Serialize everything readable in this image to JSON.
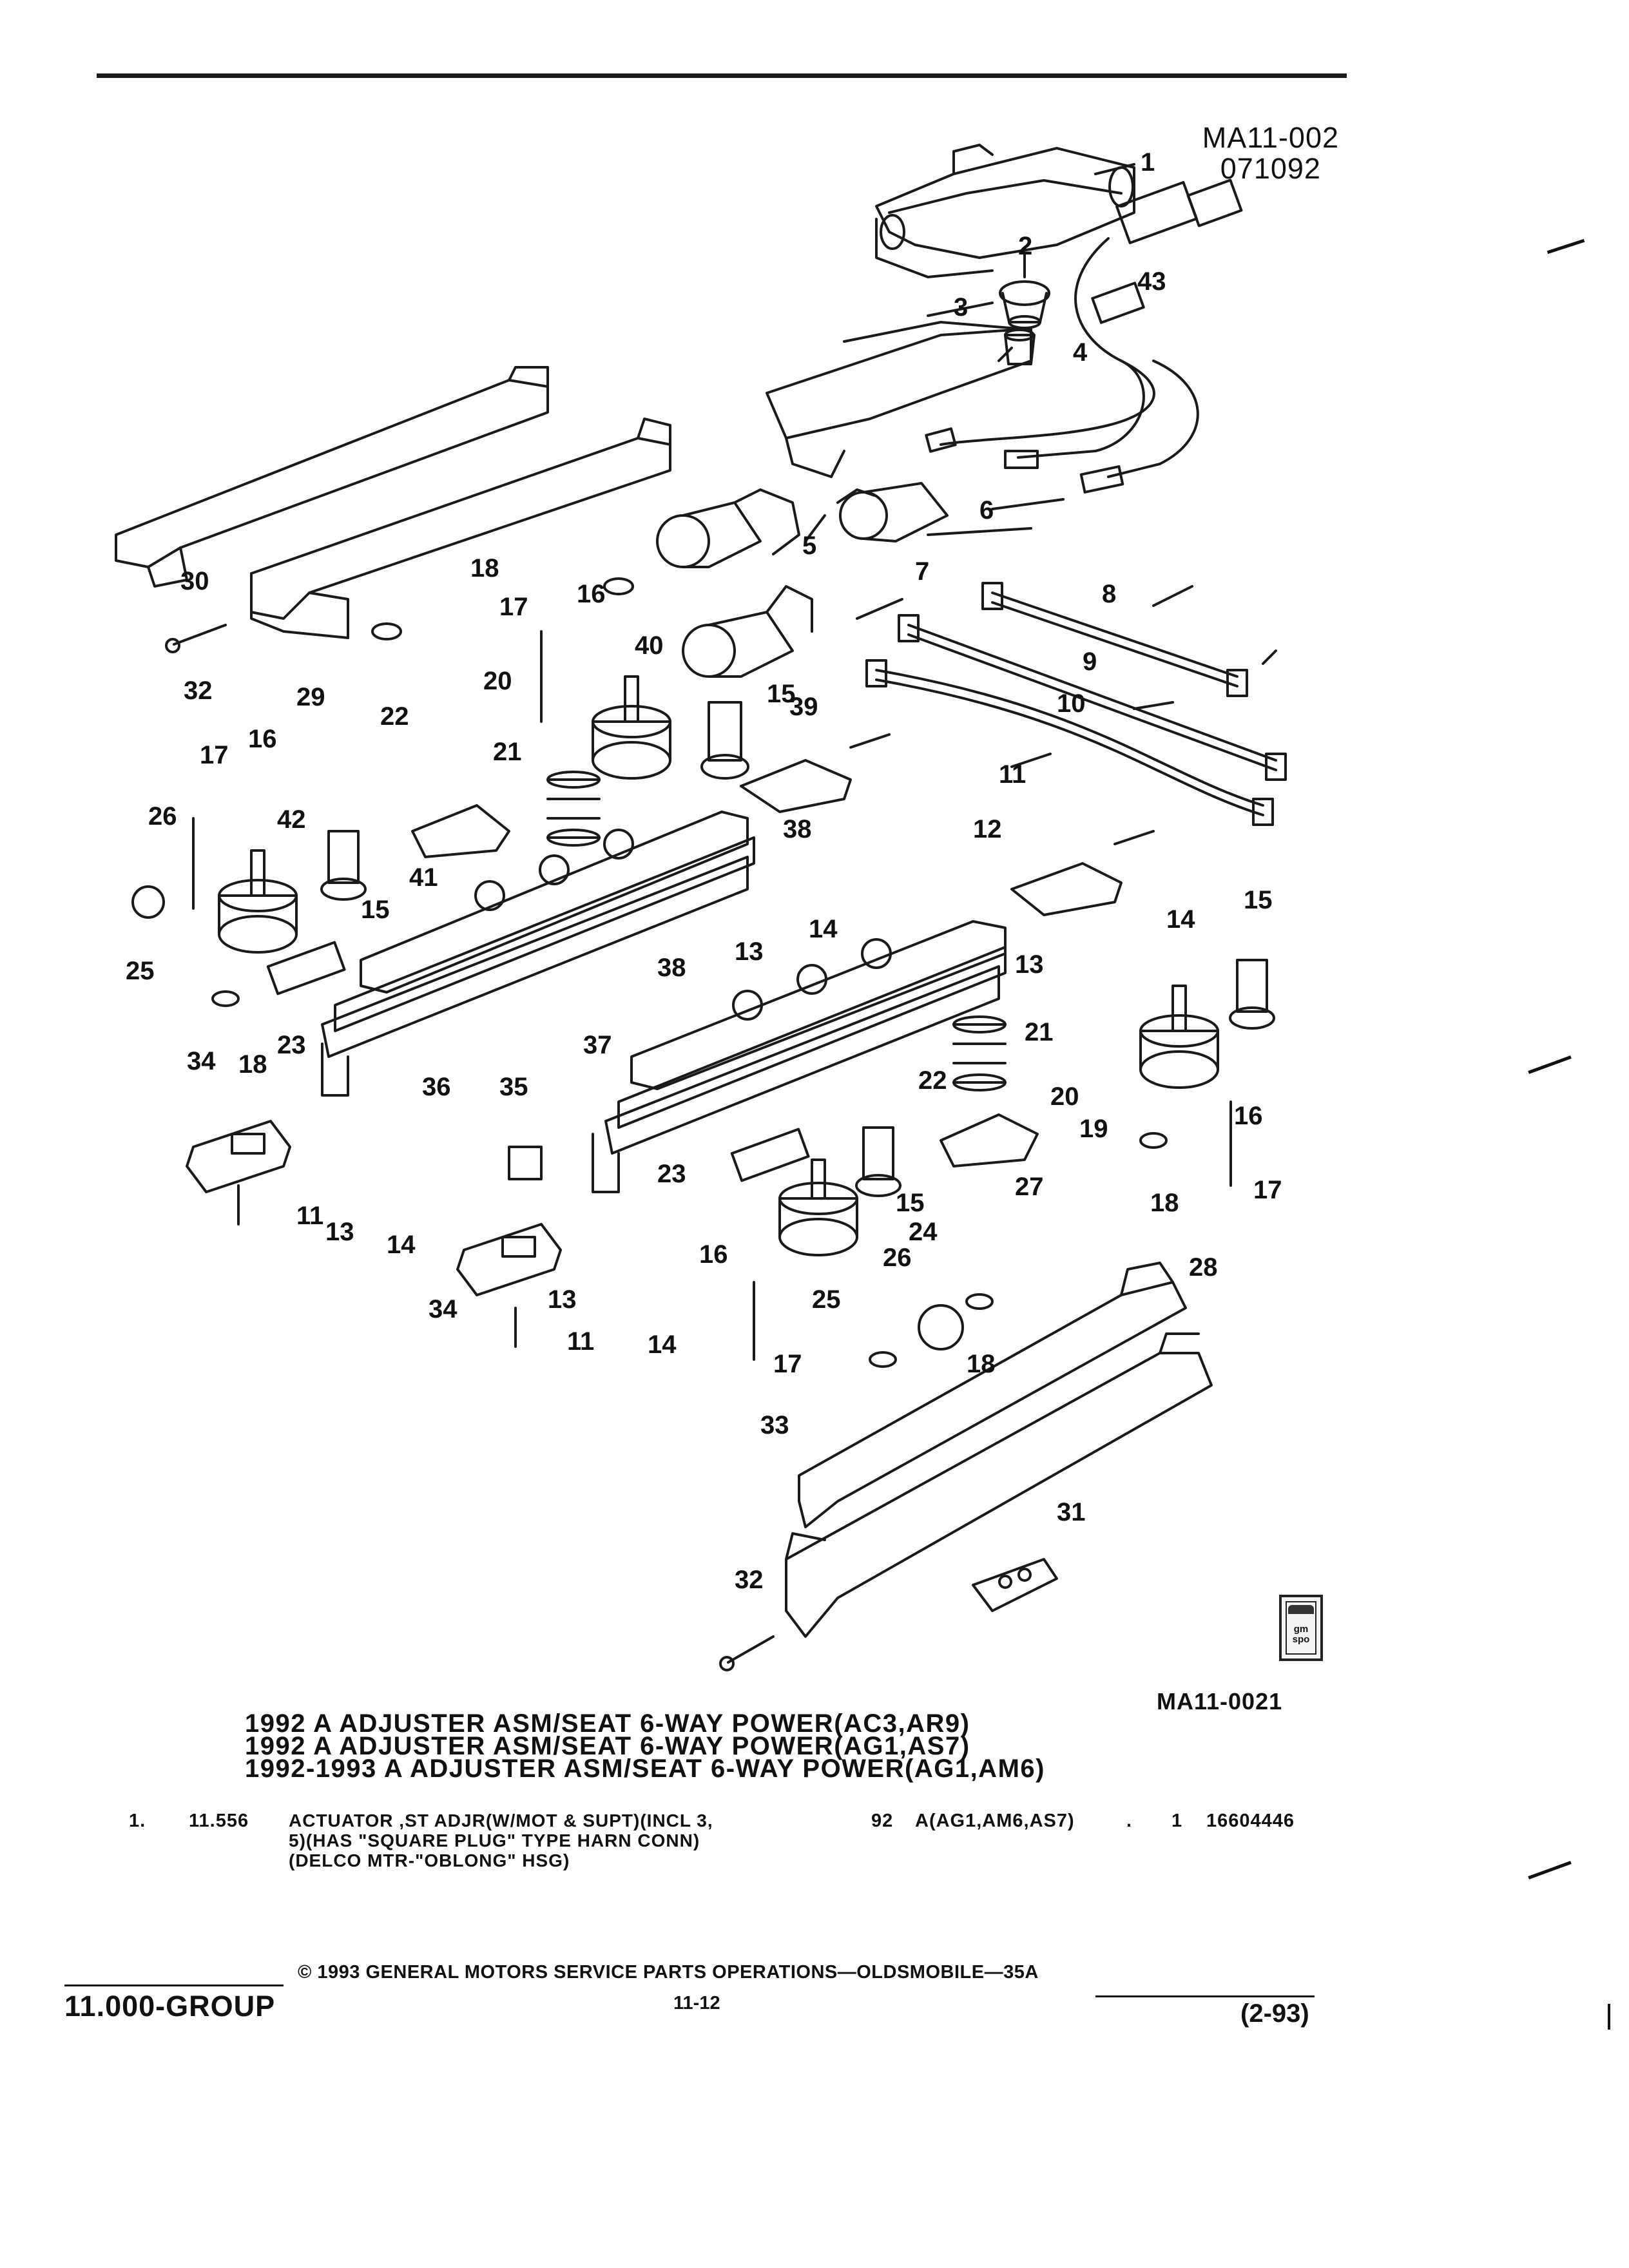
{
  "header": {
    "illustration_code": "MA11-002",
    "date_code": "071092"
  },
  "diagram": {
    "reference_code": "MA11-0021",
    "logo_text": "gm spo",
    "callouts": [
      "1",
      "2",
      "3",
      "4",
      "5",
      "6",
      "7",
      "8",
      "9",
      "10",
      "11",
      "12",
      "13",
      "14",
      "15",
      "16",
      "17",
      "18",
      "19",
      "20",
      "21",
      "22",
      "23",
      "24",
      "25",
      "26",
      "27",
      "28",
      "29",
      "30",
      "31",
      "32",
      "33",
      "34",
      "35",
      "36",
      "37",
      "38",
      "39",
      "40",
      "41",
      "42",
      "43"
    ]
  },
  "titles": [
    "1992 A ADJUSTER ASM/SEAT 6-WAY POWER(AC3,AR9)",
    "1992 A ADJUSTER ASM/SEAT 6-WAY POWER(AG1,AS7)",
    "1992-1993 A ADJUSTER ASM/SEAT 6-WAY POWER(AG1,AM6)"
  ],
  "parts": [
    {
      "item": "1.",
      "group": "11.556",
      "description_lines": [
        "ACTUATOR ,ST ADJR(W/MOT & SUPT)(INCL 3,",
        "5)(HAS \"SQUARE PLUG\" TYPE HARN CONN)",
        "(DELCO MTR-\"OBLONG\" HSG)"
      ],
      "year": "92",
      "usage": "A(AG1,AM6,AS7)",
      "dot": ".",
      "qty": "1",
      "part_number": "16604446"
    }
  ],
  "footer": {
    "group": "11.000-GROUP",
    "copyright": "© 1993 GENERAL MOTORS SERVICE PARTS OPERATIONS—OLDSMOBILE—35A",
    "page": "11-12",
    "date": "(2-93)"
  }
}
